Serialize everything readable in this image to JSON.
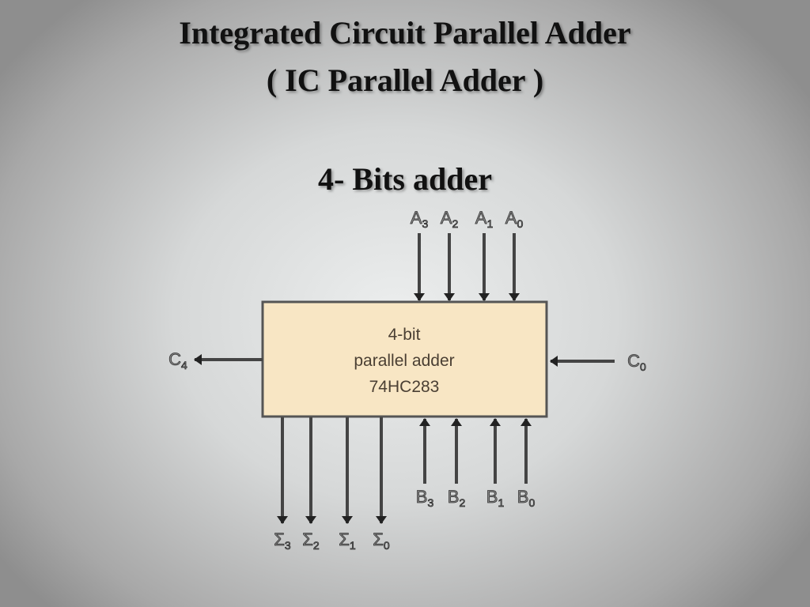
{
  "slide": {
    "title_line1": "Integrated Circuit Parallel Adder",
    "title_line2": "( IC Parallel Adder )",
    "subtitle": "4- Bits adder"
  },
  "diagram": {
    "box_lines": [
      "4-bit",
      "parallel adder",
      "74HC283"
    ],
    "box_color": "#f8e6c4",
    "inputs_a": [
      {
        "base": "A",
        "sub": "3"
      },
      {
        "base": "A",
        "sub": "2"
      },
      {
        "base": "A",
        "sub": "1"
      },
      {
        "base": "A",
        "sub": "0"
      }
    ],
    "inputs_b": [
      {
        "base": "B",
        "sub": "3"
      },
      {
        "base": "B",
        "sub": "2"
      },
      {
        "base": "B",
        "sub": "1"
      },
      {
        "base": "B",
        "sub": "0"
      }
    ],
    "outputs_sum": [
      {
        "base": "Σ",
        "sub": "3"
      },
      {
        "base": "Σ",
        "sub": "2"
      },
      {
        "base": "Σ",
        "sub": "1"
      },
      {
        "base": "Σ",
        "sub": "0"
      }
    ],
    "carry_out": {
      "base": "C",
      "sub": "4"
    },
    "carry_in": {
      "base": "C",
      "sub": "0"
    }
  }
}
